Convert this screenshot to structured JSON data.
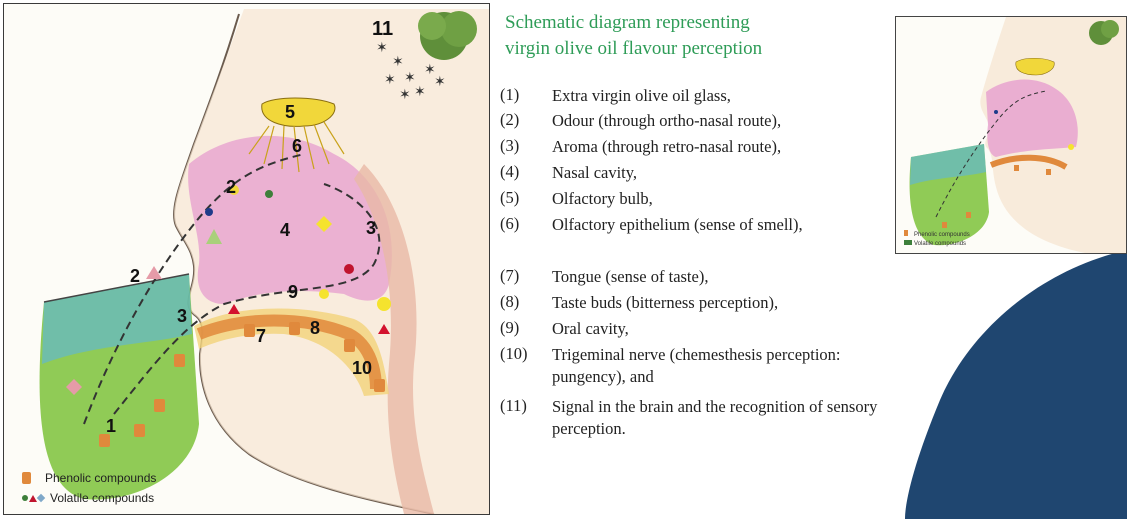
{
  "title": {
    "line1": "Schematic diagram representing",
    "line2": "virgin olive oil flavour perception"
  },
  "items": [
    {
      "num": "(1)",
      "text": "Extra virgin olive oil glass,"
    },
    {
      "num": "(2)",
      "text": "Odour (through ortho-nasal route),"
    },
    {
      "num": "(3)",
      "text": "Aroma (through retro-nasal route),"
    },
    {
      "num": "(4)",
      "text": "Nasal cavity,"
    },
    {
      "num": "(5)",
      "text": "Olfactory bulb,"
    },
    {
      "num": "(6)",
      "text": "Olfactory epithelium (sense of smell),"
    },
    {
      "num": "(7)",
      "text": "Tongue (sense of taste),"
    },
    {
      "num": "(8)",
      "text": "Taste buds (bitterness perception),"
    },
    {
      "num": "(9)",
      "text": "Oral cavity,"
    },
    {
      "num": "(10)",
      "text": "Trigeminal nerve (chemesthesis perception: pungency), and"
    },
    {
      "num": "(11)",
      "text": "Signal in the brain and the recognition of sensory perception."
    }
  ],
  "figure": {
    "labels": {
      "l1": "1",
      "l2": "2",
      "l2b": "2",
      "l3": "3",
      "l3b": "3",
      "l4": "4",
      "l5": "5",
      "l6": "6",
      "l7": "7",
      "l8": "8",
      "l9": "9",
      "l10": "10",
      "l11": "11"
    },
    "legend_phenolic": "Phenolic compounds",
    "legend_volatile": "Volatile compounds"
  },
  "thumbnail": {
    "legend_phenolic": "Phenolic compounds",
    "legend_volatile": "Volatile compounds"
  },
  "colors": {
    "title_green": "#2e9c57",
    "navy": "#1f4670",
    "tongue": "#e0893c",
    "nasal_pink": "#e7a3cf",
    "glass_green": "#7cc23a",
    "bulb_yellow": "#f1d73a"
  }
}
